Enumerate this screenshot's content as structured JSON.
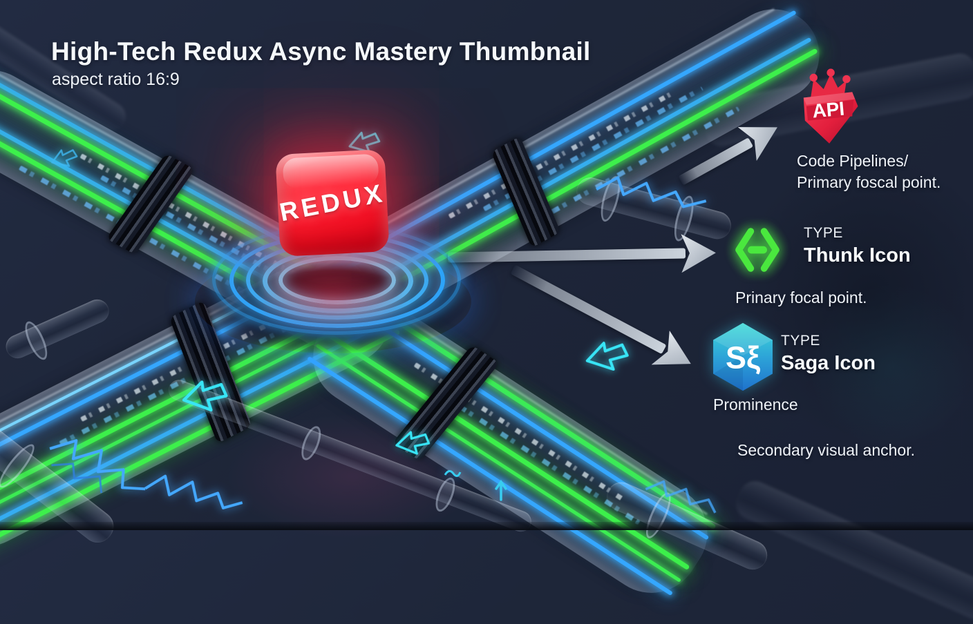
{
  "header": {
    "title": "High-Tech Redux Async Mastery Thumbnail",
    "subtitle": "aspect ratio 16:9"
  },
  "center": {
    "cube_label": "REDUX"
  },
  "callouts": {
    "api": {
      "badge_label": "API",
      "caption_line1": "Code Pipelines/",
      "caption_line2": "Primary foscal point."
    },
    "thunk": {
      "eyebrow": "TYPE",
      "title": "Thunk Icon",
      "caption": "Prinary focal point."
    },
    "saga": {
      "eyebrow": "TYPE",
      "title": "Saga Icon",
      "glyph": "Sξ",
      "caption": "Prominence",
      "footnote": "Secondary visual anchor."
    }
  },
  "colors": {
    "background": "#1e2639",
    "neon_green": "#3df04b",
    "neon_blue": "#35a7ff",
    "neon_cyan": "#38e4f5",
    "ring_blue": "#28a9ff",
    "cube_red": "#ff2334",
    "api_red": "#e62e44",
    "thunk_green": "#4ae83e",
    "saga_teal": "#3fdbd8",
    "saga_blue": "#1f72cc",
    "arrow_silver": "#ccd4dd",
    "text_white": "#f2f5f9"
  }
}
